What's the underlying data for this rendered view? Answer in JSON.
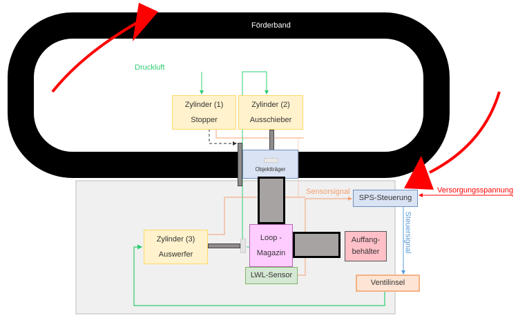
{
  "diagram": {
    "belt": {
      "label": "Förderband"
    },
    "labels": {
      "compressed_air": "Druckluft",
      "sensor_signal": "Sensorsignal",
      "supply_voltage": "Versorgungsspannung",
      "control_signal": "Steuersignal"
    },
    "nodes": {
      "cylinder1": {
        "line1": "Zylinder (1)",
        "line2": "Stopper"
      },
      "cylinder2": {
        "line1": "Zylinder (2)",
        "line2": "Ausschieber"
      },
      "cylinder3": {
        "line1": "Zylinder (3)",
        "line2": "Auswerfer"
      },
      "carrier": {
        "label": "Objektträger"
      },
      "plc": {
        "label": "SPS-Steuerung"
      },
      "loop_magazine": {
        "line1": "Loop -",
        "line2": "Magazin"
      },
      "fiber_sensor": {
        "label": "LWL-Sensor"
      },
      "collector": {
        "line1": "Auffang-",
        "line2": "behälter"
      },
      "valve_island": {
        "label": "Ventilinsel"
      }
    },
    "colors": {
      "belt": "#000000",
      "compressed_air_line": "#2ecc71",
      "sensor_line": "#f4a070",
      "control_line": "#5b9bd5",
      "supply_line": "#ff0000",
      "direction_arrow": "#ff0000"
    }
  }
}
